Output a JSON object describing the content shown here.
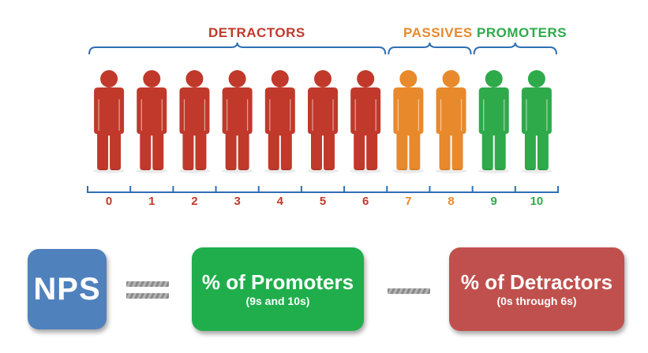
{
  "categories": {
    "detractors": {
      "label": "DETRACTORS",
      "color": "#c0392b"
    },
    "passives": {
      "label": "PASSIVES",
      "color": "#e8892b"
    },
    "promoters": {
      "label": "PROMOTERS",
      "color": "#2eaa4a"
    }
  },
  "scale": [
    {
      "score": "0",
      "category": "detractors"
    },
    {
      "score": "1",
      "category": "detractors"
    },
    {
      "score": "2",
      "category": "detractors"
    },
    {
      "score": "3",
      "category": "detractors"
    },
    {
      "score": "4",
      "category": "detractors"
    },
    {
      "score": "5",
      "category": "detractors"
    },
    {
      "score": "6",
      "category": "detractors"
    },
    {
      "score": "7",
      "category": "passives"
    },
    {
      "score": "8",
      "category": "passives"
    },
    {
      "score": "9",
      "category": "promoters"
    },
    {
      "score": "10",
      "category": "promoters"
    }
  ],
  "figure_colors": {
    "detractors": "#c0392b",
    "passives": "#e8892b",
    "promoters": "#2eaa4a"
  },
  "bracket_color": "#2f6fb5",
  "formula": {
    "nps_label": "NPS",
    "promoters_title": "% of Promoters",
    "promoters_sub": "(9s and 10s)",
    "detractors_title": "% of Detractors",
    "detractors_sub": "(0s through 6s)",
    "colors": {
      "nps": "#4f81bd",
      "promoters": "#1fae4b",
      "detractors": "#c0504d"
    }
  }
}
